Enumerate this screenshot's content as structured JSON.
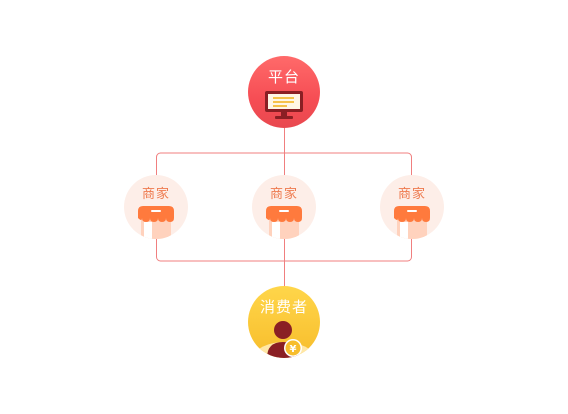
{
  "nodes": {
    "platform": {
      "label": "平台",
      "icon": "computer-monitor-icon"
    },
    "merchants": [
      {
        "label": "商家",
        "icon": "storefront-icon"
      },
      {
        "label": "商家",
        "icon": "storefront-icon"
      },
      {
        "label": "商家",
        "icon": "storefront-icon"
      }
    ],
    "consumer": {
      "label": "消费者",
      "icon": "user-yuan-icon",
      "badge": "¥"
    }
  },
  "colors": {
    "connector": "#f07f7f",
    "platform": "#f64d54",
    "merchant_bg": "#fdeee8",
    "merchant_accent": "#ff7a3d",
    "consumer": "#f7bd2c"
  }
}
